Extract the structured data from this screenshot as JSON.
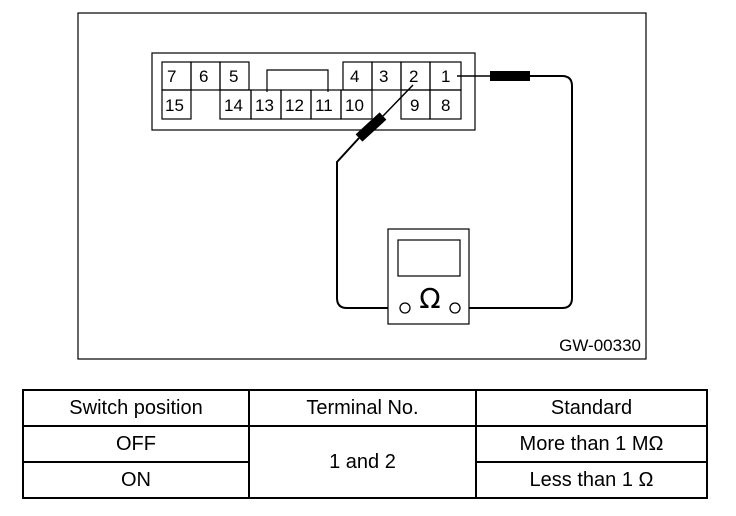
{
  "diagram": {
    "connector_top_row": [
      "7",
      "6",
      "5",
      "4",
      "3",
      "2",
      "1"
    ],
    "connector_bottom_row": [
      "15",
      "14",
      "13",
      "12",
      "11",
      "10",
      "9",
      "8"
    ],
    "meter_symbol": "Ω",
    "meter_icon": "ohmmeter-icon",
    "figure_code": "GW-00330"
  },
  "table": {
    "headers": [
      "Switch position",
      "Terminal No.",
      "Standard"
    ],
    "rows": [
      {
        "switch": "OFF",
        "standard": "More than 1 MΩ"
      },
      {
        "switch": "ON",
        "standard": "Less than 1 Ω"
      }
    ],
    "terminals": "1 and 2"
  }
}
